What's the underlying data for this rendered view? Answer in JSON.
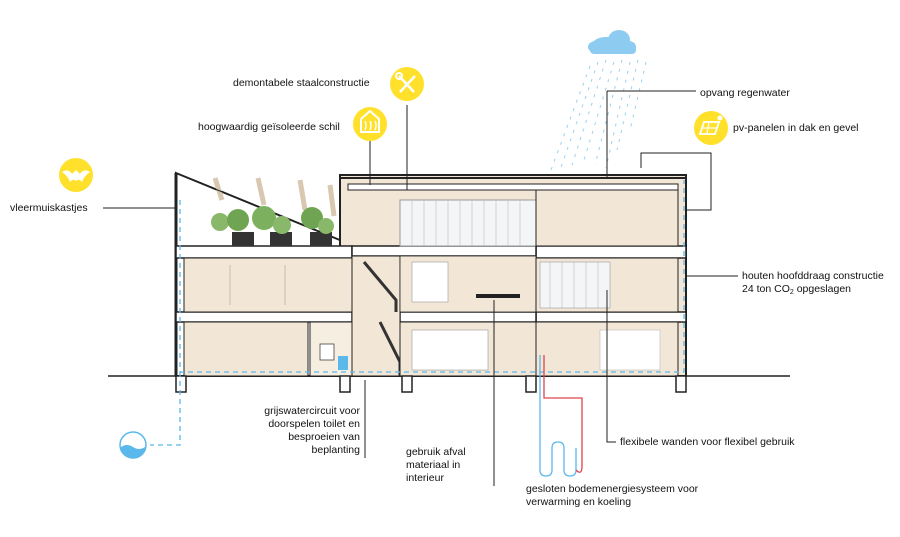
{
  "labels": {
    "steel": "demontabele staalconstructie",
    "shell": "hoogwaardig geïsoleerde schil",
    "bat": "vleermuiskastjes",
    "rain": "opvang regenwater",
    "pv": "pv-panelen in dak en gevel",
    "timber_line1": "houten hoofddraag constructie",
    "timber_line2_pre": "24 ton CO",
    "timber_line2_sub": "2",
    "timber_line2_post": " opgeslagen",
    "grey_water": "grijswatercircuit voor doorspelen toilet en besproeien van beplanting",
    "waste": "gebruik afval materiaal in interieur",
    "walls": "flexibele wanden voor flexibel gebruik",
    "geo": "gesloten bodemenergiesysteem voor verwarming en koeling"
  },
  "icons": [
    "bat-icon",
    "wrench-screwdriver-icon",
    "insulated-shell-icon",
    "solar-panel-icon",
    "rain-cloud-icon",
    "water-tank-icon"
  ],
  "colors": {
    "icon_yellow": "#FFE12B",
    "water_blue": "#5BB8EB",
    "cloud_blue": "#8DCBF0",
    "wood": "#F2E6D6",
    "wall": "#FFFFFF",
    "glass": "#F4F5F6",
    "line": "#222222",
    "pipe_red": "#E0434B"
  }
}
